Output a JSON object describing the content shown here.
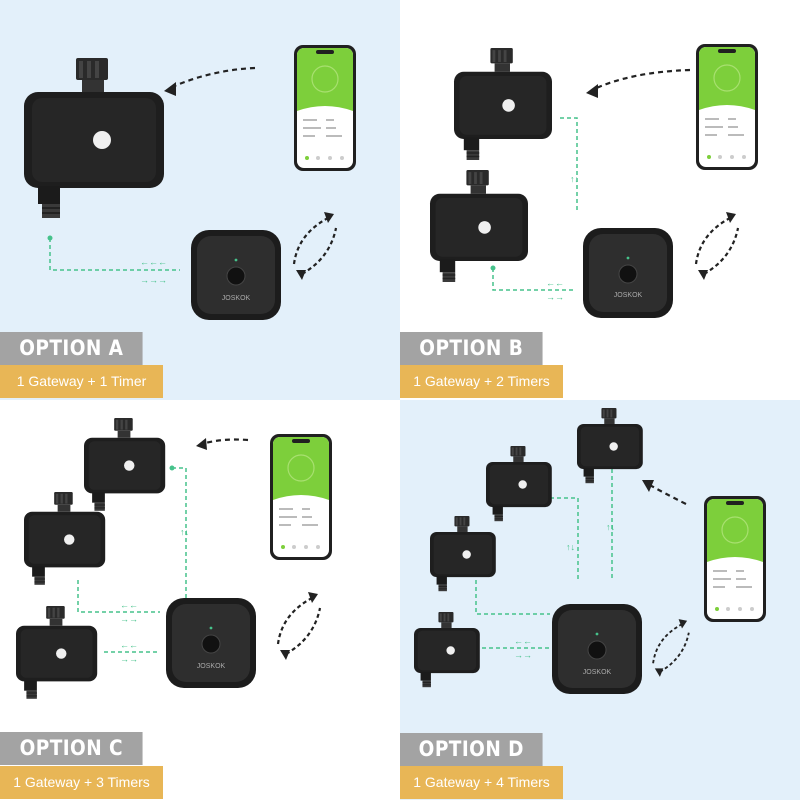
{
  "options": [
    {
      "label": "OPTION A",
      "subtitle": "1 Gateway + 1 Timer",
      "bg": "#e3f0fa"
    },
    {
      "label": "OPTION B",
      "subtitle": "1 Gateway + 2 Timers",
      "bg": "#ffffff"
    },
    {
      "label": "OPTION C",
      "subtitle": "1 Gateway + 3 Timers",
      "bg": "#ffffff"
    },
    {
      "label": "OPTION D",
      "subtitle": "1 Gateway + 4 Timers",
      "bg": "#e3f0fa"
    }
  ],
  "gateway": {
    "brand": "JOSKOK"
  },
  "colors": {
    "label_gray": "#a3a3a3",
    "label_gold": "#e8b656",
    "panel_blue": "#e3f0fa",
    "dashed_green": "#46c28b",
    "app_green": "#7dcf3b",
    "device": "#1e1e1e"
  },
  "icons": [
    "water-timer-icon",
    "gateway-hub-icon",
    "smartphone-icon",
    "wireless-arrows-icon"
  ]
}
